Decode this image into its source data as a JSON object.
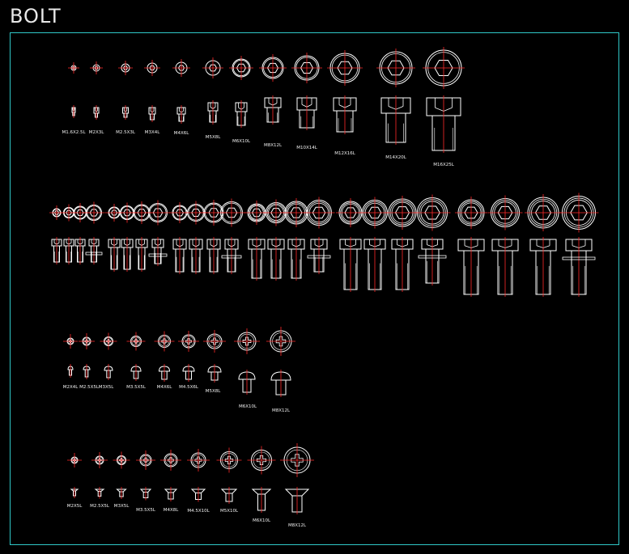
{
  "title": "BOLT",
  "colors": {
    "background": "#000000",
    "frame": "#30c8c8",
    "outline": "#ffffff",
    "centerline": "#ff2a2a"
  },
  "groups": [
    {
      "name": "socket-head-cap-screws",
      "labels": [
        "M1.6X2.5L",
        "M2X3L",
        "M2.5X3L",
        "M3X4L",
        "M4X6L",
        "M5X8L",
        "M6X10L",
        "M8X12L",
        "M10X14L",
        "M12X16L",
        "M14X20L",
        "M16X25L"
      ]
    },
    {
      "name": "cap-screw-length-series",
      "labels": []
    },
    {
      "name": "round-head-screws",
      "labels": [
        "M2X4L",
        "M2.5X5L",
        "M3X5L",
        "M3.5X5L",
        "M4X6L",
        "M4.5X6L",
        "M5X8L",
        "M6X10L",
        "M8X12L"
      ]
    },
    {
      "name": "countersunk-screws",
      "labels": [
        "M2X5L",
        "M2.5X5L",
        "M3X5L",
        "M3.5X5L",
        "M4X8L",
        "M4.5X10L",
        "M5X10L",
        "M6X10L",
        "M8X12L"
      ]
    }
  ]
}
